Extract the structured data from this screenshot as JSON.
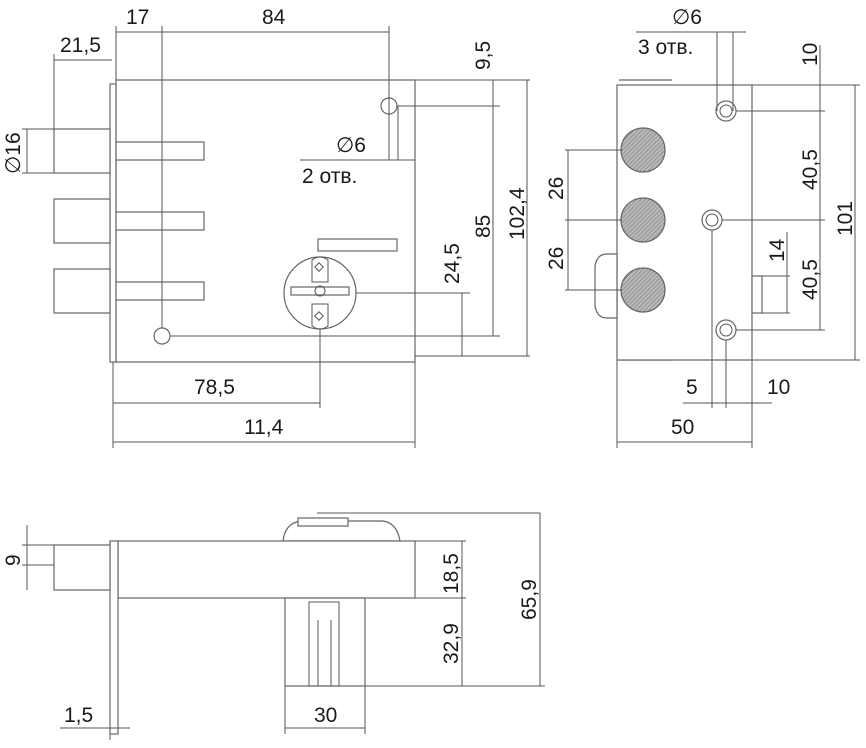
{
  "front_view": {
    "dims": {
      "d17": "17",
      "d84": "84",
      "d21_5": "21,5",
      "d16": "∅16",
      "d6": "∅6",
      "holes2": "2 отв.",
      "d9_5": "9,5",
      "d85": "85",
      "d102_4": "102,4",
      "d24_5": "24,5",
      "d78_5": "78,5",
      "d11_4": "11,4"
    }
  },
  "side_view": {
    "dims": {
      "d6": "∅6",
      "holes3": "3 отв.",
      "d10_top": "10",
      "d40_5a": "40,5",
      "d40_5b": "40,5",
      "d101": "101",
      "d14": "14",
      "d26a": "26",
      "d26b": "26",
      "d5": "5",
      "d10_bottom": "10",
      "d50": "50"
    }
  },
  "bottom_view": {
    "dims": {
      "d9": "9",
      "d18_5": "18,5",
      "d32_9": "32,9",
      "d65_9": "65,9",
      "d1_5": "1,5",
      "d30": "30"
    }
  }
}
